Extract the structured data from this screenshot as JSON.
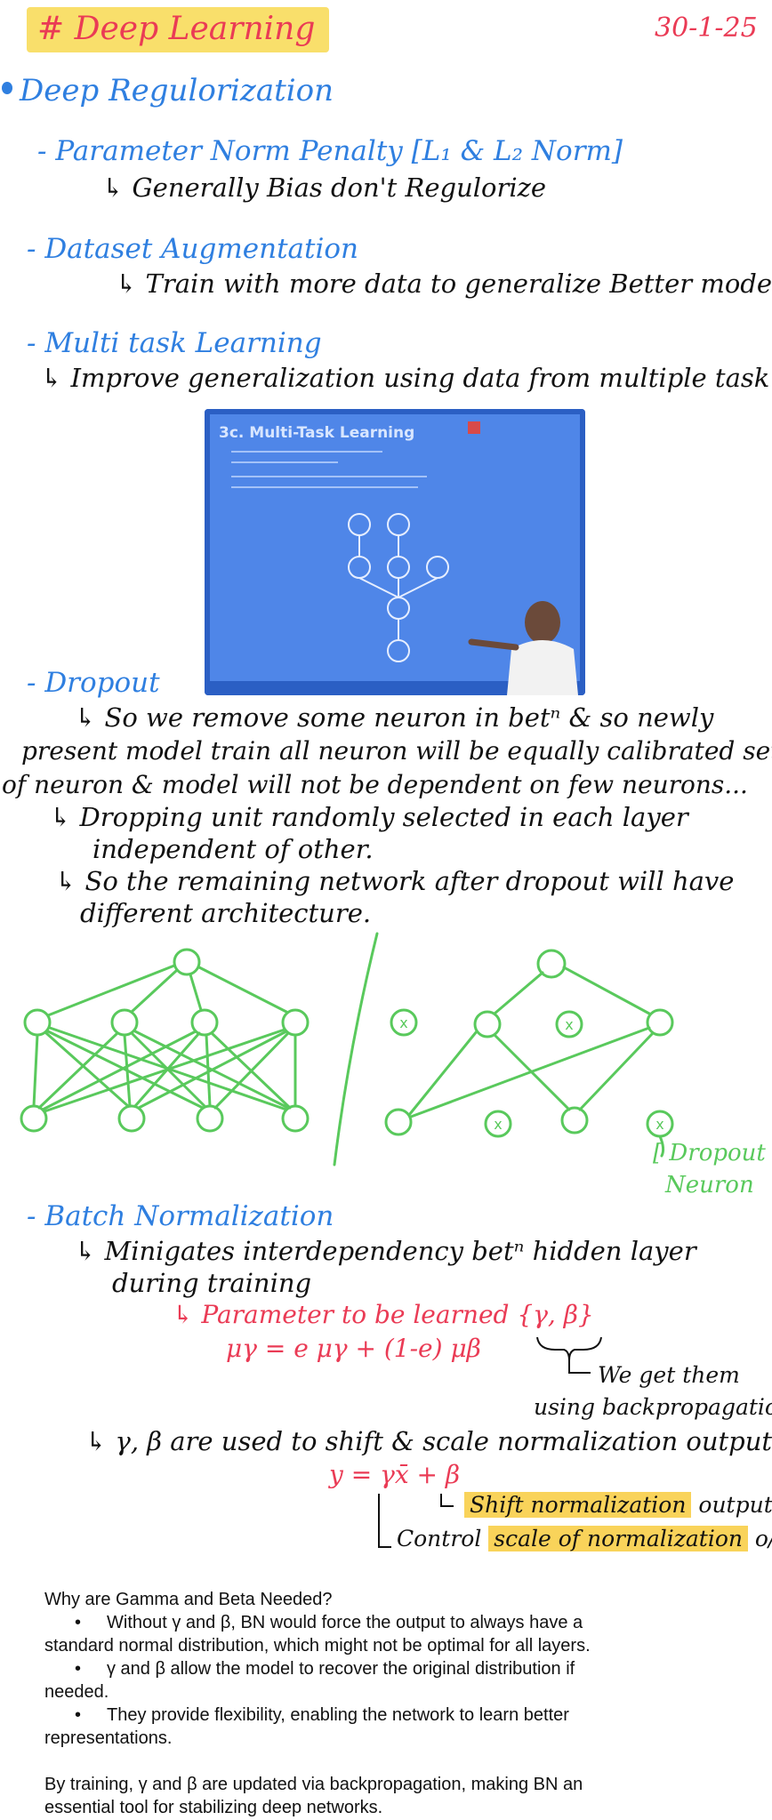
{
  "header": {
    "title": "# Deep Learning",
    "date": "30-1-25"
  },
  "section": "Deep Regulorization",
  "topics": {
    "param_norm": {
      "heading": "- Parameter Norm Penalty [L₁ & L₂ Norm]",
      "note": "↳ Generally Bias don't Regulorize"
    },
    "augmentation": {
      "heading": "- Dataset Augmentation",
      "note": "↳ Train with more data to generalize Better model"
    },
    "multitask": {
      "heading": "- Multi task Learning",
      "note": "↳ Improve generalization using data from multiple task."
    },
    "dropout": {
      "heading": "- Dropout",
      "line1": "↳ So we remove some neuron in betⁿ & so newly",
      "line2": "present model train all neuron will be equally calibrated set",
      "line3": "of neuron & model will not be dependent on few neurons...",
      "line4": "↳ Dropping unit randomly selected in each layer",
      "line5": "independent of other.",
      "line6": "↳ So the remaining network after dropout will have",
      "line7": "different architecture."
    },
    "batchnorm": {
      "heading": "- Batch Normalization",
      "line1": "↳ Minigates interdependency betⁿ hidden layer",
      "line2": "during training",
      "param": "↳ Parameter to be learned {γ, β}",
      "formula1": "μγ = e μγ + (1-e) μβ",
      "note_a": "We get them",
      "note_b": "using backpropagation",
      "line3": "↳ γ, β are used to shift & scale normalization output.",
      "formula2": "y = γx̄ + β",
      "shift_hl": "Shift normalization",
      "shift_rest": " output",
      "scale_pre": "Control ",
      "scale_hl": "scale of normalization",
      "scale_rest": " o/p"
    }
  },
  "photo": {
    "slide_title": "3c. Multi-Task Learning"
  },
  "diagram": {
    "dropout_label_1": "Dropout",
    "dropout_label_2": "Neuron",
    "dropped_mark": "x"
  },
  "typed": {
    "question": "Why are Gamma and Beta Needed?",
    "bullet1": "Without γ and β, BN would force the output to always have a",
    "bullet1_cont": "standard normal distribution, which might not be optimal for all layers.",
    "bullet2": "γ and β allow the model to recover the original distribution if",
    "bullet2_cont": "needed.",
    "bullet3": "They provide flexibility, enabling the network to learn better",
    "bullet3_cont": "representations.",
    "conclusion1": "By training, γ and β are updated via backpropagation, making BN an",
    "conclusion2": "essential tool for stabilizing deep networks.",
    "bullet_char": "•"
  },
  "colors": {
    "blue": "#2f7fe0",
    "red": "#ea3b55",
    "green": "#59c95c",
    "highlight": "#f9d35a",
    "title_highlight": "#f9df6b"
  }
}
